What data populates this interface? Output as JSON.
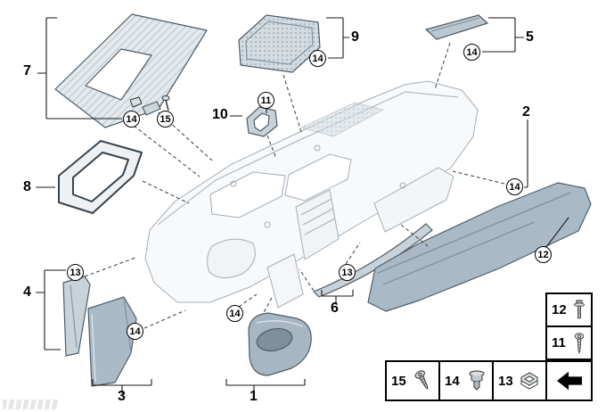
{
  "callouts": {
    "part1": "1",
    "part2": "2",
    "part3": "3",
    "part4": "4",
    "part5": "5",
    "part6": "6",
    "part7": "7",
    "part8": "8",
    "part9": "9",
    "part10": "10"
  },
  "refs": {
    "r11": "11",
    "r12": "12",
    "r13": "13",
    "r14": "14",
    "r15": "15"
  },
  "legend": {
    "icons": [
      "machine-screw-icon",
      "torx-screw-icon",
      "pan-head-screw-icon",
      "expansion-rivet-icon",
      "spring-clip-icon",
      "cross-reference-arrow-icon"
    ]
  },
  "colors": {
    "trim_fill": "#a9bac6",
    "trim_stroke": "#4e5d68",
    "carrier_line": "#a3aeb8",
    "leader_line": "#1a1a1a"
  }
}
